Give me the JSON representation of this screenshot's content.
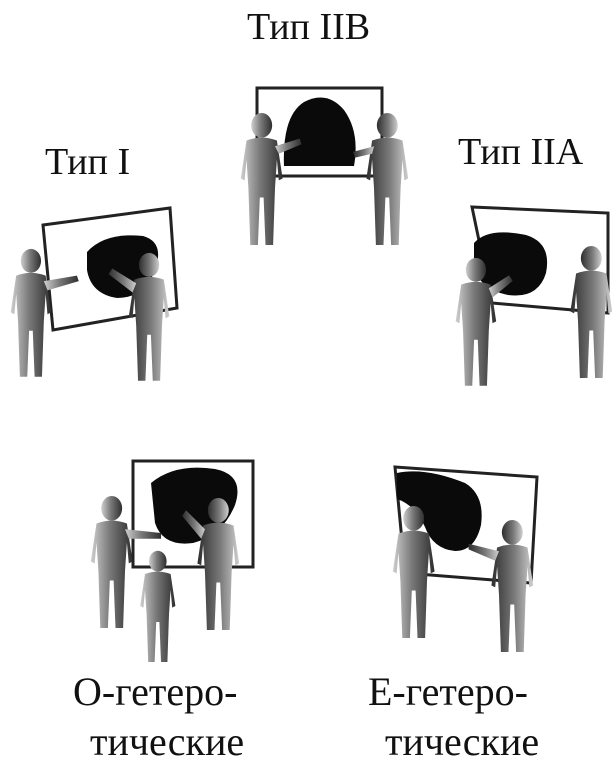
{
  "labels": {
    "type_iib": "Тип IIB",
    "type_i": "Тип I",
    "type_iia": "Тип IIA",
    "o_hetero_line1": "O-гетеро-",
    "o_hetero_line2": "тические",
    "e_hetero_line1": "E-гетеро-",
    "e_hetero_line2": "тические"
  },
  "colors": {
    "figure_dark": "#3a3a3a",
    "figure_light": "#bdbdbd",
    "blob": "#0a0a0a",
    "frame": "#222222",
    "background": "#ffffff"
  }
}
